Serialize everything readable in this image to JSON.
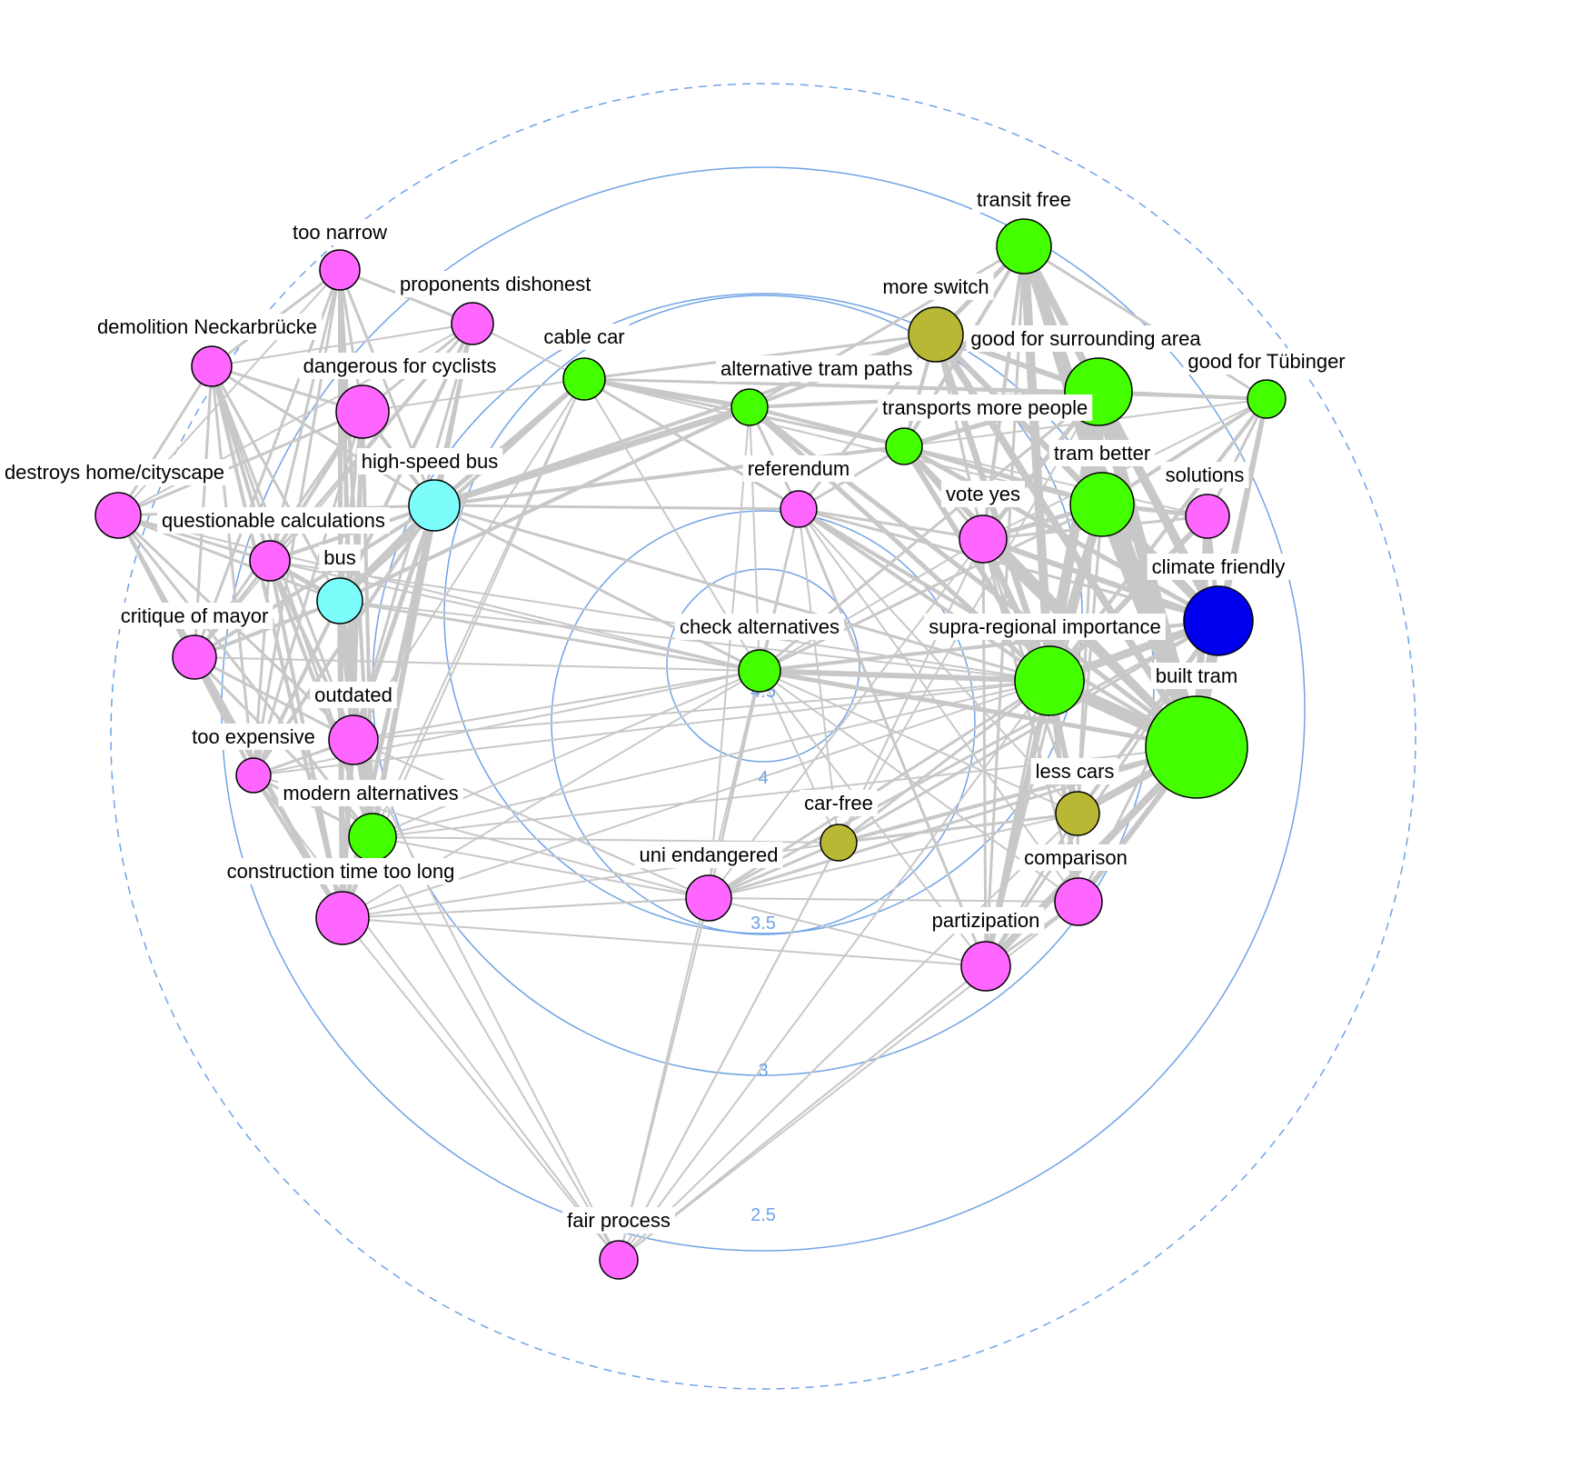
{
  "colors": {
    "ring": "#6fa3e6",
    "edge": "#c8c8c8",
    "node_stroke": "#000000",
    "pro": "#44ff00",
    "contra": "#ff66ff",
    "neutral": "#b8b834",
    "bus_option": "#7dfcfc",
    "climate": "#0000ee"
  },
  "rings": [
    {
      "value": "4.5",
      "dashed": false
    },
    {
      "value": "4",
      "dashed": false
    },
    {
      "value": "3.5",
      "dashed": false
    },
    {
      "value": "3",
      "dashed": false
    },
    {
      "value": "2.5",
      "dashed": false
    },
    {
      "value": "",
      "dashed": true
    }
  ],
  "nodes": [
    {
      "label": "too narrow",
      "color": "contra",
      "weight": 2
    },
    {
      "label": "proponents dishonest",
      "color": "contra",
      "weight": 2
    },
    {
      "label": "demolition Neckarbrücke",
      "color": "contra",
      "weight": 2
    },
    {
      "label": "dangerous for cyclists",
      "color": "contra",
      "weight": 3
    },
    {
      "label": "cable car",
      "color": "pro",
      "weight": 2
    },
    {
      "label": "alternative tram paths",
      "color": "pro",
      "weight": 1
    },
    {
      "label": "more switch",
      "color": "neutral",
      "weight": 3
    },
    {
      "label": "transit free",
      "color": "pro",
      "weight": 3
    },
    {
      "label": "good for surrounding area",
      "color": "pro",
      "weight": 5
    },
    {
      "label": "good for Tübinger",
      "color": "pro",
      "weight": 1
    },
    {
      "label": "transports more people",
      "color": "pro",
      "weight": 1
    },
    {
      "label": "destroys home/cityscape",
      "color": "contra",
      "weight": 2
    },
    {
      "label": "high-speed bus",
      "color": "bus_option",
      "weight": 3
    },
    {
      "label": "referendum",
      "color": "contra",
      "weight": 1
    },
    {
      "label": "vote yes",
      "color": "contra",
      "weight": 2
    },
    {
      "label": "tram better",
      "color": "pro",
      "weight": 4
    },
    {
      "label": "solutions",
      "color": "contra",
      "weight": 2
    },
    {
      "label": "questionable calculations",
      "color": "contra",
      "weight": 2
    },
    {
      "label": "bus",
      "color": "bus_option",
      "weight": 2
    },
    {
      "label": "climate friendly",
      "color": "climate",
      "weight": 5
    },
    {
      "label": "critique of mayor",
      "color": "contra",
      "weight": 2
    },
    {
      "label": "check alternatives",
      "color": "pro",
      "weight": 2
    },
    {
      "label": "supra-regional importance",
      "color": "pro",
      "weight": 5
    },
    {
      "label": "built tram",
      "color": "pro",
      "weight": 9
    },
    {
      "label": "outdated",
      "color": "contra",
      "weight": 3
    },
    {
      "label": "too expensive",
      "color": "contra",
      "weight": 1
    },
    {
      "label": "less cars",
      "color": "neutral",
      "weight": 2
    },
    {
      "label": "modern alternatives",
      "color": "pro",
      "weight": 2
    },
    {
      "label": "car-free",
      "color": "neutral",
      "weight": 1
    },
    {
      "label": "uni endangered",
      "color": "contra",
      "weight": 2
    },
    {
      "label": "comparison",
      "color": "contra",
      "weight": 2
    },
    {
      "label": "construction time too long",
      "color": "contra",
      "weight": 3
    },
    {
      "label": "partizipation",
      "color": "contra",
      "weight": 3
    },
    {
      "label": "fair process",
      "color": "contra",
      "weight": 1
    }
  ]
}
